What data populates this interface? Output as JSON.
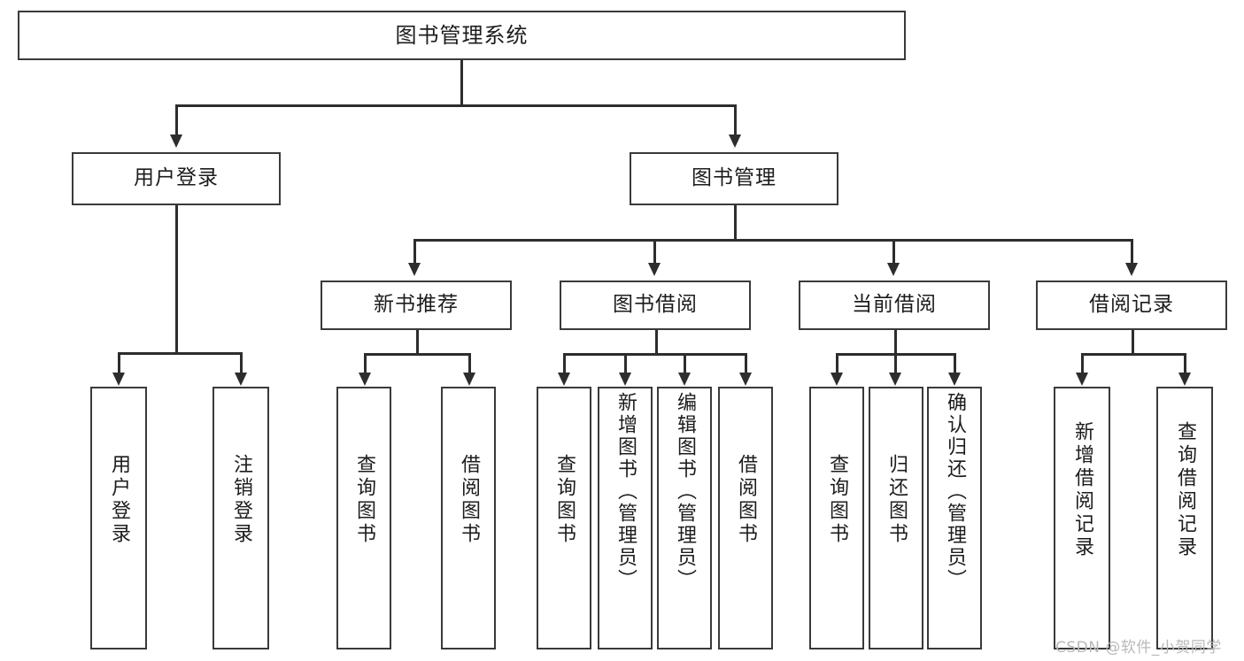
{
  "diagram": {
    "title": "图书管理系统",
    "type": "tree-hierarchy-chart",
    "root": {
      "label": "图书管理系统"
    },
    "level2": [
      {
        "label": "用户登录"
      },
      {
        "label": "图书管理"
      }
    ],
    "level3": [
      {
        "label": "新书推荐"
      },
      {
        "label": "图书借阅"
      },
      {
        "label": "当前借阅"
      },
      {
        "label": "借阅记录"
      }
    ],
    "leaves": {
      "user_login": [
        {
          "label": "用户登录"
        },
        {
          "label": "注销登录"
        }
      ],
      "new_book_recommend": [
        {
          "label": "查询图书"
        },
        {
          "label": "借阅图书"
        }
      ],
      "book_borrow": [
        {
          "label": "查询图书"
        },
        {
          "label": "新增图书（管理员）"
        },
        {
          "label": "编辑图书（管理员）"
        },
        {
          "label": "借阅图书"
        }
      ],
      "current_borrow": [
        {
          "label": "查询图书"
        },
        {
          "label": "归还图书"
        },
        {
          "label": "确认归还（管理员）"
        }
      ],
      "borrow_record": [
        {
          "label": "新增借阅记录"
        },
        {
          "label": "查询借阅记录"
        }
      ]
    }
  },
  "watermark": {
    "text": "CSDN @软件_小贺同学"
  },
  "colors": {
    "border": "#3a3a3a",
    "line": "#2d2d2d",
    "text": "#1c1c1c",
    "background": "#ffffff",
    "watermark": "#b9b9b9"
  }
}
